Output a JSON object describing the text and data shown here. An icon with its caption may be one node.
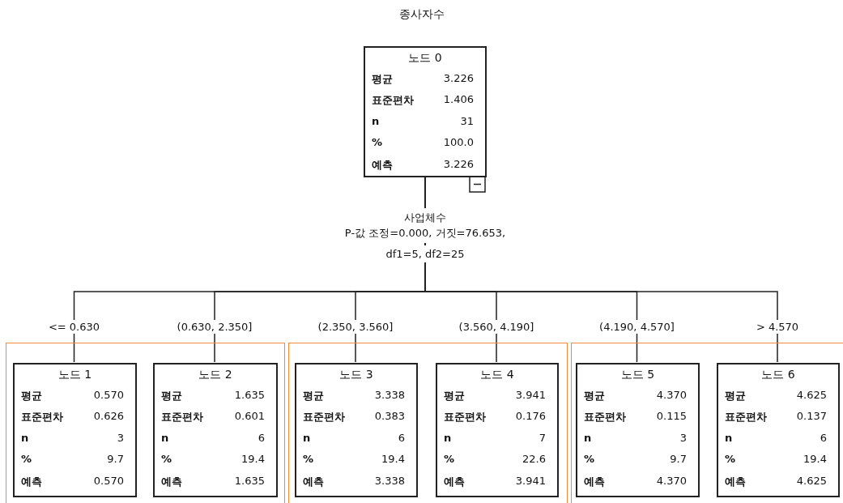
{
  "diagram": {
    "title": "종사자수",
    "nodes": [
      {
        "text": [
          "노드 0",
          "평균",
          "3.226",
          "표준편차",
          "1.406",
          "n",
          "31",
          "%",
          "100.0",
          "예측",
          "3.226"
        ],
        "beside": [
          "사업체수",
          "P-값 조정=0.000, 거짓=76.653,",
          "df1=5, df2=25"
        ]
      },
      {
        "text": [],
        "shape": "box"
      },
      {
        "text": [
          "노드 1",
          "평균",
          "0.570",
          "표준편차",
          "0.626",
          "n",
          "3",
          "%",
          "9.7",
          "예측",
          "0.570"
        ],
        "in": 1
      },
      {
        "text": [
          "노드 2",
          "평균",
          "1.635",
          "표준편차",
          "0.601",
          "n",
          "6",
          "%",
          "19.4",
          "예측",
          "1.635"
        ],
        "in": 1
      },
      {
        "text": [],
        "shape": "box"
      },
      {
        "text": [
          "노드 3",
          "평균",
          "3.338",
          "표준편차",
          "0.383",
          "n",
          "6",
          "%",
          "19.4",
          "예측",
          "3.338"
        ],
        "in": 4
      },
      {
        "text": [
          "노드 4",
          "평균",
          "3.941",
          "표준편차",
          "0.176",
          "n",
          "7",
          "%",
          "22.6",
          "예측",
          "3.941"
        ],
        "in": 4
      },
      {
        "text": [],
        "shape": "box"
      },
      {
        "text": [
          "노드 5",
          "평균",
          "4.370",
          "표준편차",
          "0.115",
          "n",
          "3",
          "%",
          "9.7",
          "예측",
          "4.370"
        ],
        "in": 7
      },
      {
        "text": [
          "노드 6",
          "평균",
          "4.625",
          "표준편차",
          "0.137",
          "n",
          "6",
          "%",
          "19.4",
          "예측",
          "4.625"
        ],
        "in": 7
      }
    ],
    "edges": [
      {
        "from": 0,
        "to": 2,
        "arrow": "none",
        "label": "<= 0.630"
      },
      {
        "from": 0,
        "to": 3,
        "arrow": "none",
        "label": "(0.630, 2.350]"
      },
      {
        "from": 0,
        "to": 5,
        "arrow": "none",
        "label": "(2.350, 3.560]"
      },
      {
        "from": 0,
        "to": 6,
        "arrow": "none",
        "label": "(3.560, 4.190]"
      },
      {
        "from": 0,
        "to": 8,
        "arrow": "none",
        "label": "(4.190, 4.570]"
      },
      {
        "from": 0,
        "to": 9,
        "arrow": "none",
        "label": "> 4.570"
      }
    ]
  }
}
